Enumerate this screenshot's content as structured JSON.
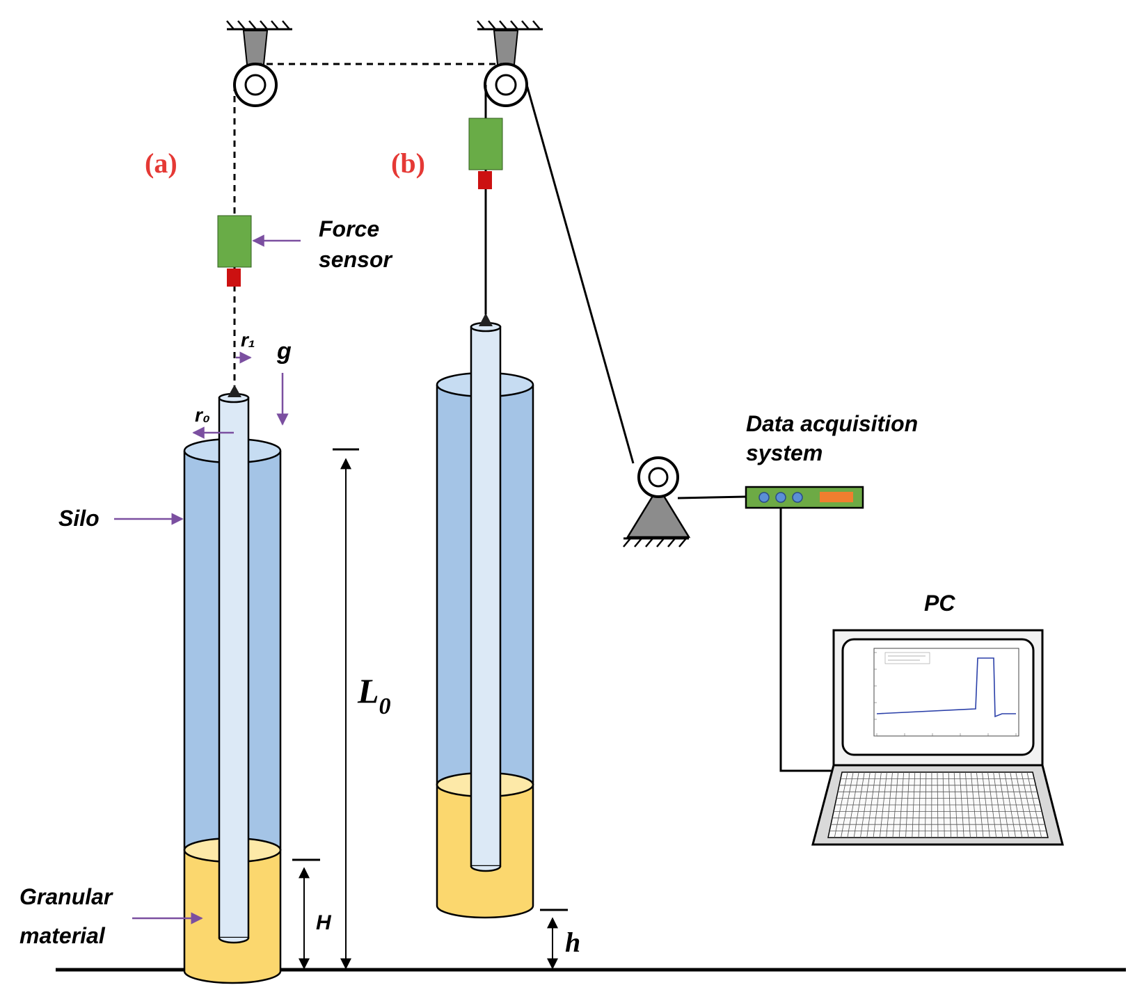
{
  "labels": {
    "panel_a": "(a)",
    "panel_b": "(b)",
    "force_sensor_line1": "Force",
    "force_sensor_line2": "sensor",
    "r1": "r₁",
    "r0": "r₀",
    "g": "g",
    "silo": "Silo",
    "granular_line1": "Granular",
    "granular_line2": "material",
    "H": "H",
    "L0": "L",
    "L0_sub": "0",
    "h": "h",
    "daq_line1": "Data acquisition",
    "daq_line2": "system",
    "pc": "PC"
  },
  "colors": {
    "silo_fill": "#a4c4e6",
    "silo_rim": "#c6dcf2",
    "rod_fill": "#dce9f6",
    "granular_fill": "#fbd76e",
    "granular_top": "#fde9a8",
    "sensor_green": "#69ac47",
    "sensor_red": "#cc1111",
    "pulley_gray": "#8c8c8c",
    "arrow_purple": "#7b4fa0",
    "panel_label_red": "#e53935",
    "daq_green": "#6daa45",
    "daq_orange": "#f07e2f",
    "daq_knob_blue": "#5b8fd6",
    "plot_line_blue": "#2a3fa8"
  }
}
